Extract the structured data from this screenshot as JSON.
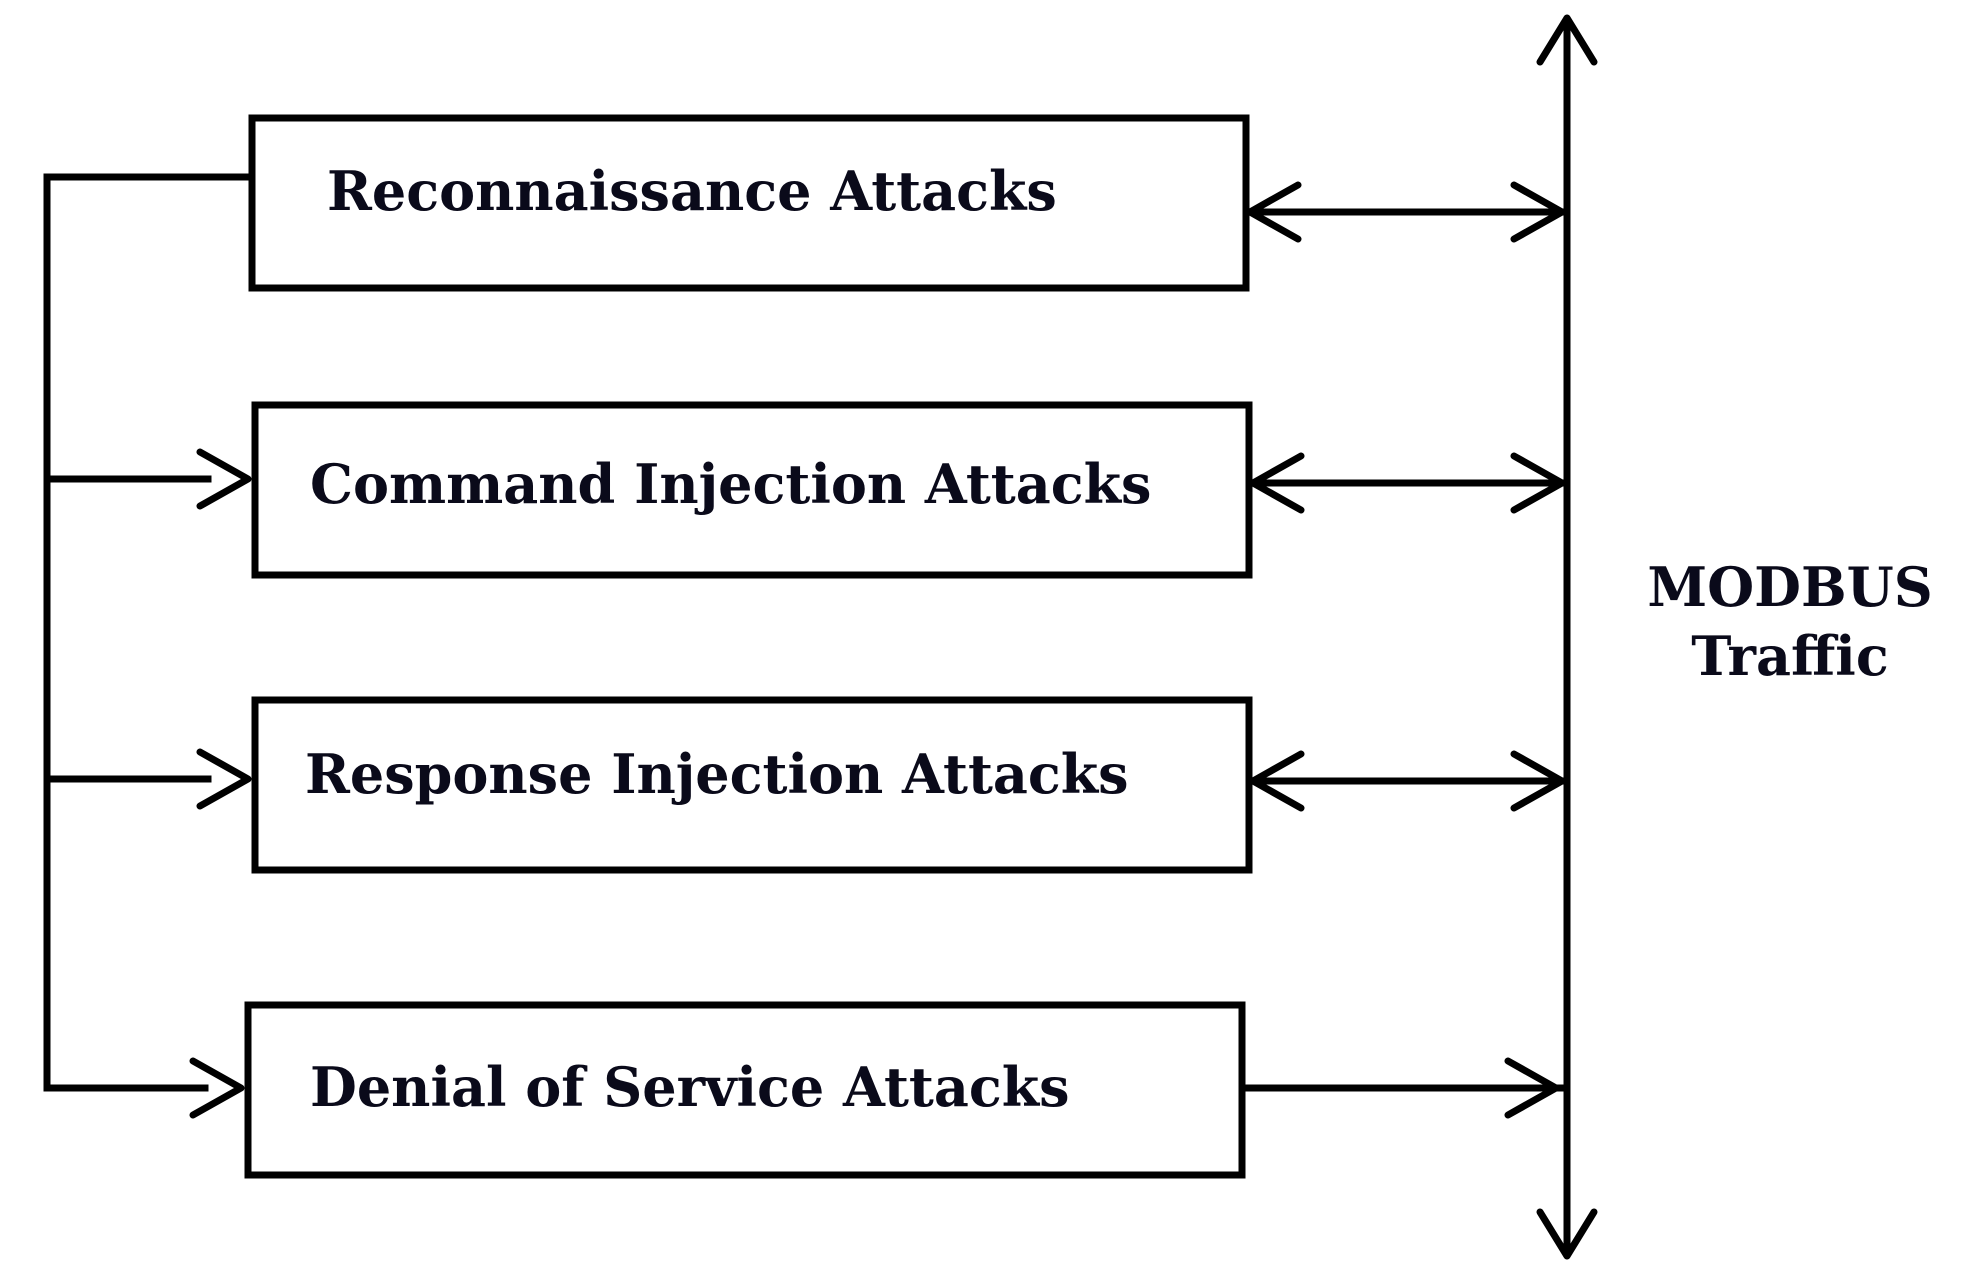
{
  "diagram": {
    "boxes": [
      {
        "label": "Reconnaissance Attacks"
      },
      {
        "label": "Command Injection Attacks"
      },
      {
        "label": "Response Injection Attacks"
      },
      {
        "label": "Denial of Service Attacks"
      }
    ],
    "bus": {
      "line1": "MODBUS",
      "line2": "Traffic"
    }
  }
}
